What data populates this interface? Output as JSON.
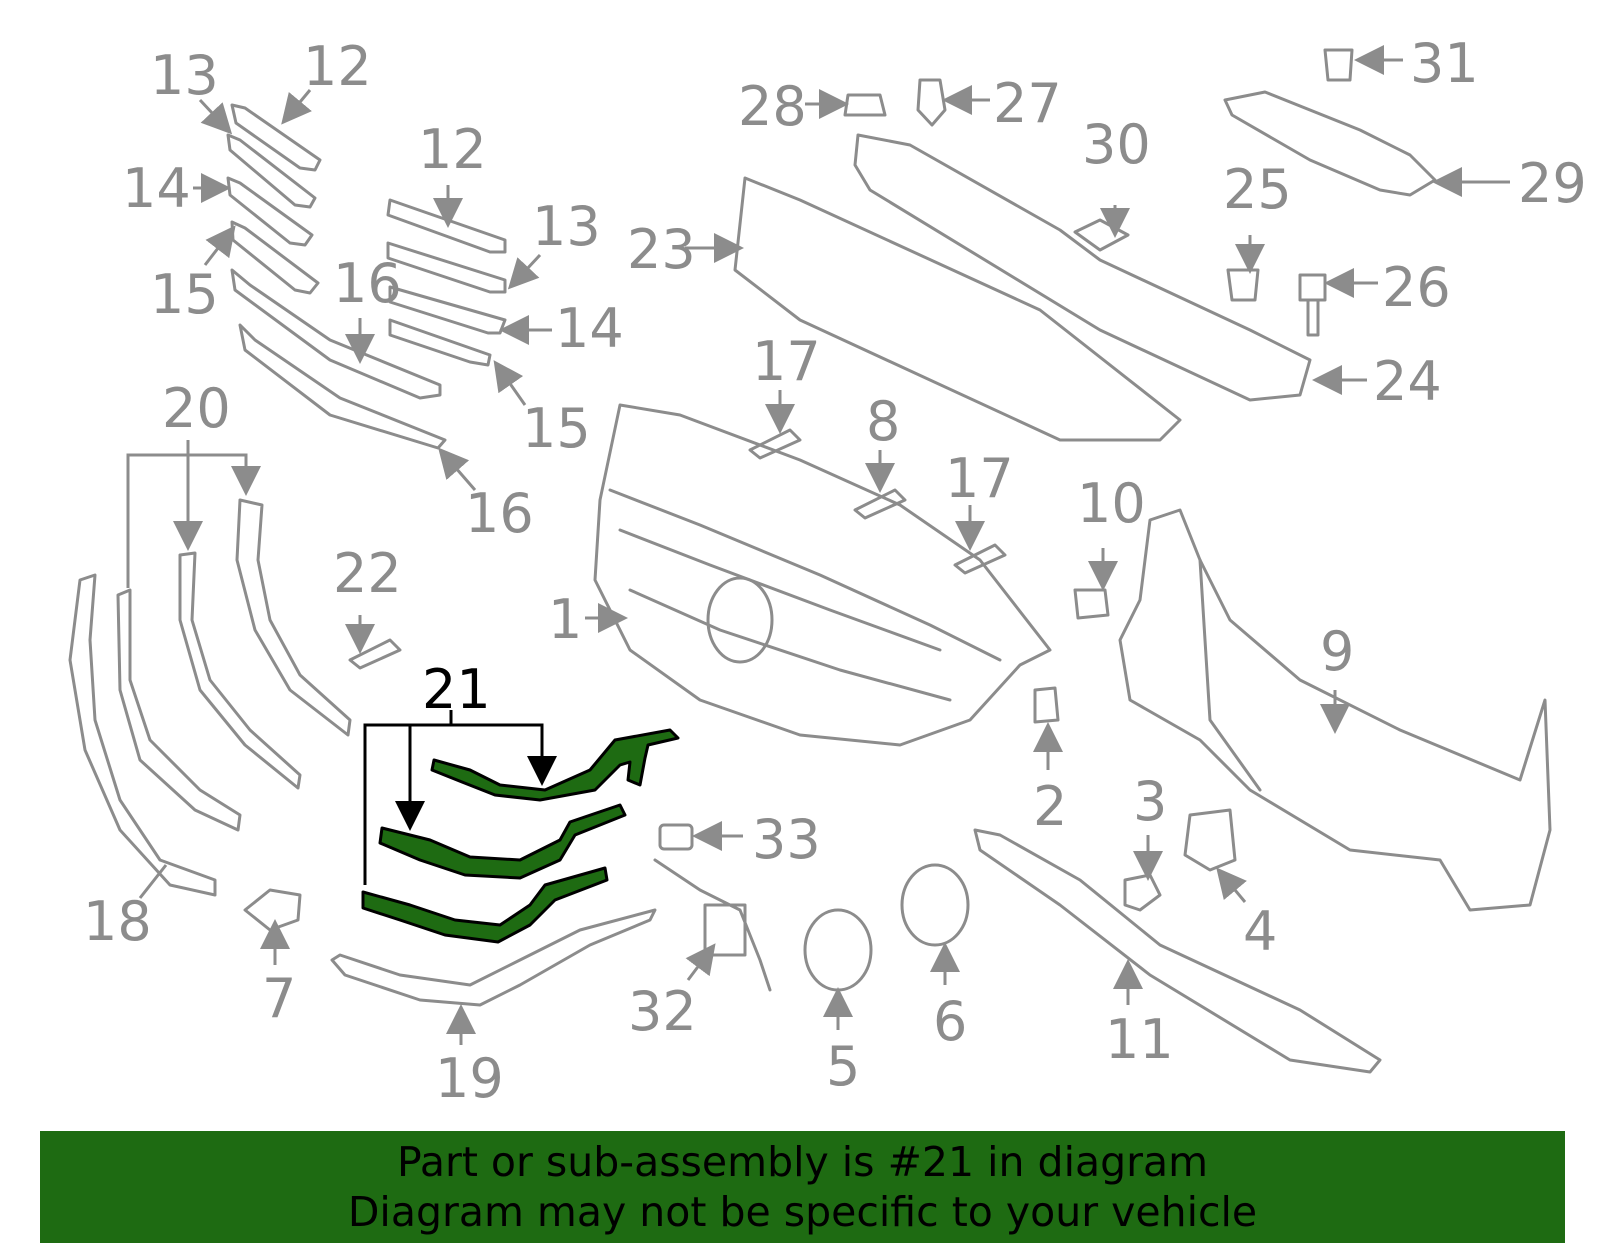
{
  "diagram": {
    "highlight_color": "#1e6b12",
    "line_color": "#8c8c8c",
    "highlighted_part": "21",
    "callouts": {
      "c1": "1",
      "c2": "2",
      "c3": "3",
      "c4": "4",
      "c5": "5",
      "c6": "6",
      "c7": "7",
      "c8": "8",
      "c9": "9",
      "c10": "10",
      "c11": "11",
      "c12a": "12",
      "c12b": "12",
      "c13a": "13",
      "c13b": "13",
      "c14a": "14",
      "c14b": "14",
      "c15a": "15",
      "c15b": "15",
      "c16a": "16",
      "c16b": "16",
      "c17a": "17",
      "c17b": "17",
      "c18": "18",
      "c19": "19",
      "c20": "20",
      "c21": "21",
      "c22": "22",
      "c23": "23",
      "c24": "24",
      "c25": "25",
      "c26": "26",
      "c27": "27",
      "c28": "28",
      "c29": "29",
      "c30": "30",
      "c31": "31",
      "c32": "32",
      "c33": "33"
    }
  },
  "banner": {
    "line1": "Part or sub-assembly is #21 in diagram",
    "line2": "Diagram may not be specific to your vehicle"
  }
}
